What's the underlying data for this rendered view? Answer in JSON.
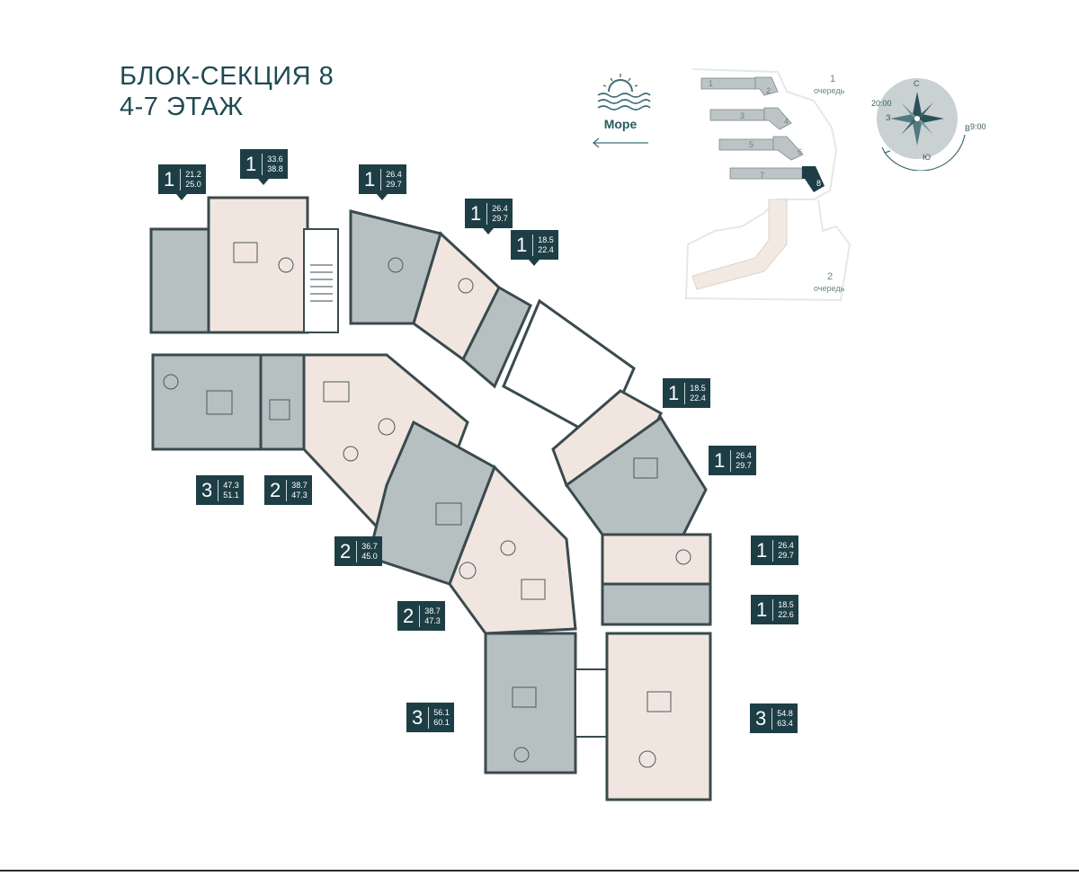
{
  "title": {
    "line1": "БЛОК-СЕКЦИЯ 8",
    "line2": "4-7 ЭТАЖ"
  },
  "sea": {
    "label": "Море",
    "icon": "sunset-waves-icon",
    "arrow": "arrow-left-icon"
  },
  "compass": {
    "north": "С",
    "south": "Ю",
    "east": "В",
    "west": "З",
    "time_west": "20:00",
    "time_east": "9:00",
    "icon": "compass-rose-icon"
  },
  "keymap": {
    "blocks": [
      "1",
      "2",
      "3",
      "4",
      "5",
      "6",
      "7",
      "8"
    ],
    "queue1": "1",
    "queue1_label": "очередь",
    "queue2": "2",
    "queue2_label": "очередь",
    "highlight": "8"
  },
  "colors": {
    "badge": "#1e3e46",
    "unit_grey": "#b7c0c1",
    "unit_beige": "#f1e6df",
    "wall": "#3a4a4e",
    "accent": "#1f4a52"
  },
  "badges": [
    {
      "rooms": "1",
      "a1": "21.2",
      "a2": "25.0"
    },
    {
      "rooms": "1",
      "a1": "33.6",
      "a2": "38.8"
    },
    {
      "rooms": "1",
      "a1": "26.4",
      "a2": "29.7"
    },
    {
      "rooms": "1",
      "a1": "26.4",
      "a2": "29.7"
    },
    {
      "rooms": "1",
      "a1": "18.5",
      "a2": "22.4"
    },
    {
      "rooms": "1",
      "a1": "18.5",
      "a2": "22.4"
    },
    {
      "rooms": "1",
      "a1": "26.4",
      "a2": "29.7"
    },
    {
      "rooms": "3",
      "a1": "47.3",
      "a2": "51.1"
    },
    {
      "rooms": "2",
      "a1": "38.7",
      "a2": "47.3"
    },
    {
      "rooms": "2",
      "a1": "36.7",
      "a2": "45.0"
    },
    {
      "rooms": "1",
      "a1": "26.4",
      "a2": "29.7"
    },
    {
      "rooms": "1",
      "a1": "18.5",
      "a2": "22.6"
    },
    {
      "rooms": "2",
      "a1": "38.7",
      "a2": "47.3"
    },
    {
      "rooms": "3",
      "a1": "56.1",
      "a2": "60.1"
    },
    {
      "rooms": "3",
      "a1": "54.8",
      "a2": "63.4"
    }
  ]
}
